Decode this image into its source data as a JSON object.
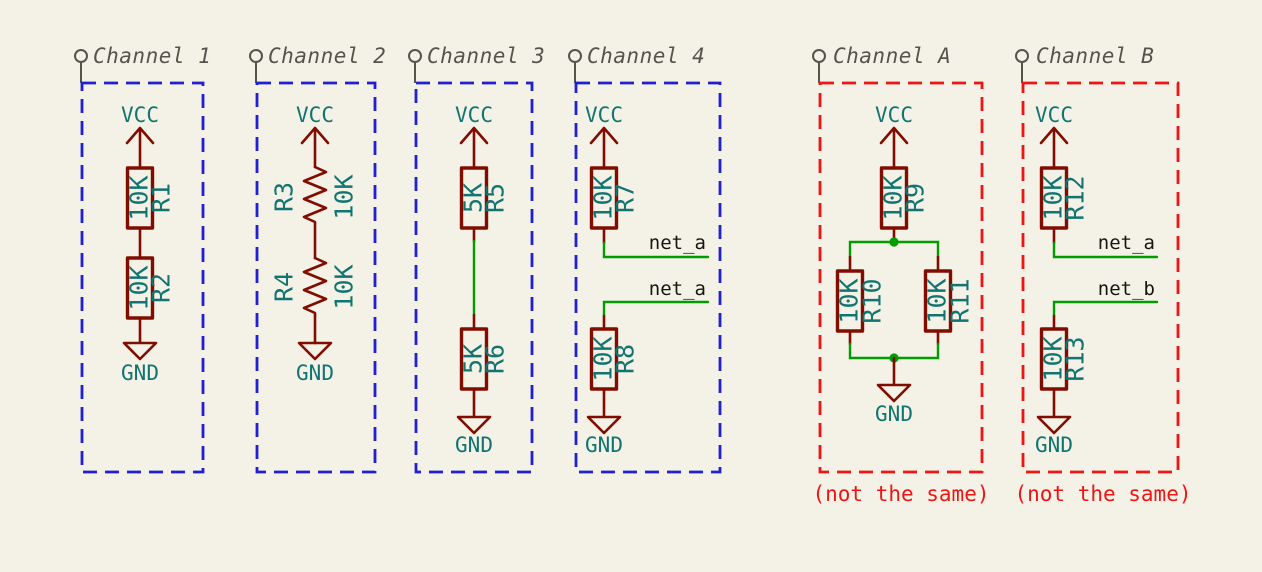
{
  "colors": {
    "background": "#F4F1E7",
    "box_blue": "#2020D0",
    "box_red": "#EE1515",
    "note_red": "#EE1515",
    "wire_green": "#009C00",
    "symbol_maroon": "#800D00",
    "label_teal": "#117470",
    "net_label": "#171512",
    "sheet_gray": "#55544C"
  },
  "channels": [
    {
      "title": "Channel 1",
      "power_top": "VCC",
      "power_bottom": "GND",
      "resistors": [
        {
          "ref": "R1",
          "value": "10K"
        },
        {
          "ref": "R2",
          "value": "10K"
        }
      ]
    },
    {
      "title": "Channel 2",
      "power_top": "VCC",
      "power_bottom": "GND",
      "resistors": [
        {
          "ref": "R3",
          "value": "10K"
        },
        {
          "ref": "R4",
          "value": "10K"
        }
      ]
    },
    {
      "title": "Channel 3",
      "power_top": "VCC",
      "power_bottom": "GND",
      "resistors": [
        {
          "ref": "R5",
          "value": "5K"
        },
        {
          "ref": "R6",
          "value": "5K"
        }
      ]
    },
    {
      "title": "Channel 4",
      "power_top": "VCC",
      "power_bottom": "GND",
      "net_labels": [
        "net_a",
        "net_a"
      ],
      "resistors": [
        {
          "ref": "R7",
          "value": "10K"
        },
        {
          "ref": "R8",
          "value": "10K"
        }
      ]
    },
    {
      "title": "Channel A",
      "power_top": "VCC",
      "power_bottom": "GND",
      "note": "(not the same)",
      "resistors": [
        {
          "ref": "R9",
          "value": "10K"
        },
        {
          "ref": "R10",
          "value": "10K"
        },
        {
          "ref": "R11",
          "value": "10K"
        }
      ]
    },
    {
      "title": "Channel B",
      "power_top": "VCC",
      "power_bottom": "GND",
      "note": "(not the same)",
      "net_labels": [
        "net_a",
        "net_b"
      ],
      "resistors": [
        {
          "ref": "R12",
          "value": "10K"
        },
        {
          "ref": "R13",
          "value": "10K"
        }
      ]
    }
  ]
}
